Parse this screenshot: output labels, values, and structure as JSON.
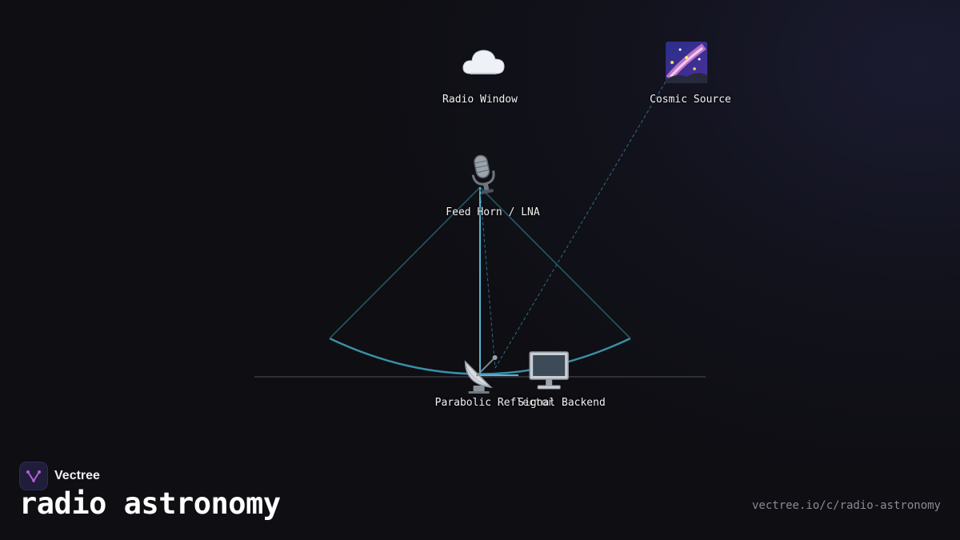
{
  "brand": {
    "name": "Vectree",
    "logo_icon": "vectree-logo-icon"
  },
  "page_title": "radio astronomy",
  "source_url": "vectree.io/c/radio-astronomy",
  "colors": {
    "background": "#0e0e13",
    "beam_solid": "#5ab8d4",
    "beam_dim": "#245866",
    "dish_curve": "#3a8fa8",
    "ground_line": "#3a3a44",
    "logo_accent": "#b95ce0"
  },
  "nodes": [
    {
      "id": "radio-window",
      "label": "Radio Window",
      "icon": "cloud-icon"
    },
    {
      "id": "cosmic-source",
      "label": "Cosmic Source",
      "icon": "milky-way-icon"
    },
    {
      "id": "feed-horn",
      "label": "Feed Horn / LNA",
      "icon": "microphone-icon"
    },
    {
      "id": "parabolic-reflector",
      "label": "Parabolic Reflector",
      "icon": "satellite-dish-icon"
    },
    {
      "id": "signal-backend",
      "label": "Signal Backend",
      "icon": "desktop-computer-icon"
    }
  ]
}
